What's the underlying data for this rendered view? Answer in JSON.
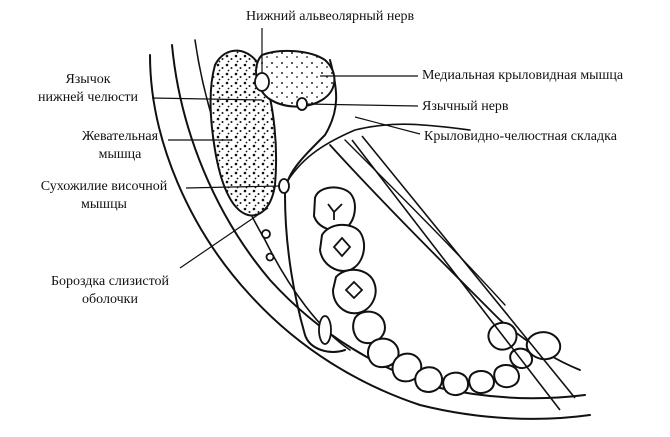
{
  "labels": {
    "inferior_alveolar_nerve": "Нижний альвеолярный нерв",
    "medial_pterygoid": "Медиальная крыловидная мышца",
    "lingual_nerve": "Язычный нерв",
    "pterygomandibular_fold": "Крыловидно-челюстная складка",
    "lingula_line1": "Язычок",
    "lingula_line2": "нижней челюсти",
    "masseter_line1": "Жевательная",
    "masseter_line2": "мышца",
    "temporal_tendon_line1": "Сухожилие височной",
    "temporal_tendon_line2": "мышцы",
    "mucosal_groove_line1": "Бороздка слизистой",
    "mucosal_groove_line2": "оболочки"
  },
  "colors": {
    "ink": "#111111",
    "background": "#ffffff"
  }
}
